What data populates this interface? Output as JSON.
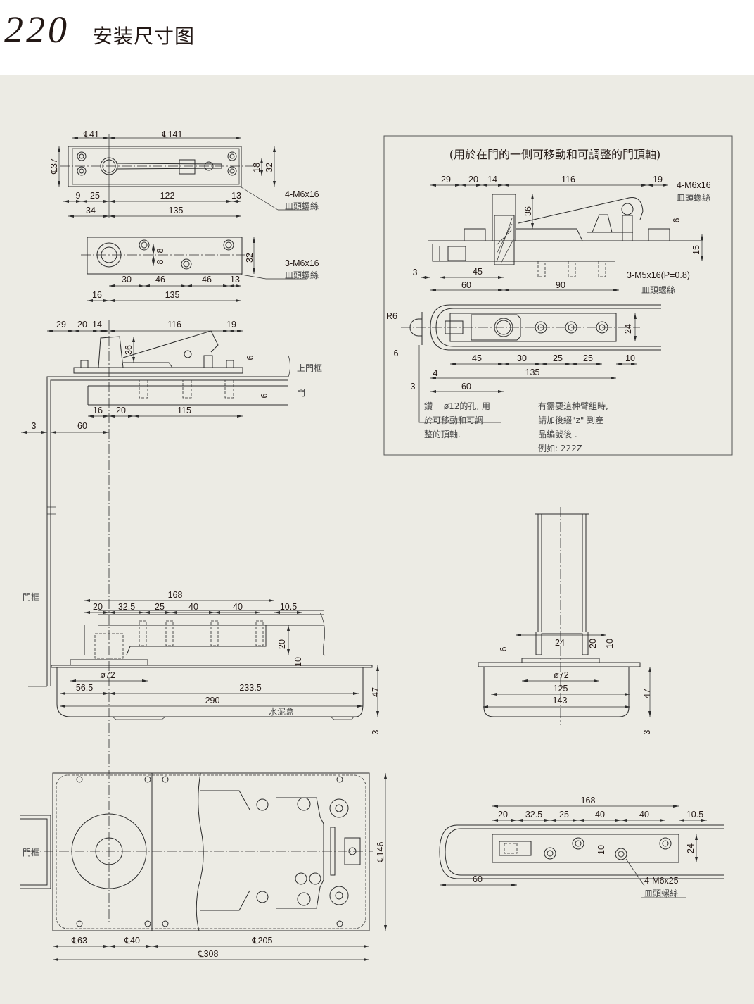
{
  "header": {
    "model": "220",
    "title": "安装尺寸图"
  },
  "colors": {
    "background": "#ecebe4",
    "line": "#2b2b2b",
    "text": "#231815"
  },
  "top_plate": {
    "dims": [
      "℄41",
      "℄141",
      "℄37",
      "18",
      "32",
      "9",
      "25",
      "122",
      "13",
      "34",
      "135"
    ],
    "screw": "4-M6x16",
    "screw_type": "皿頭螺絲"
  },
  "mount_plate": {
    "dims": [
      "8",
      "8",
      "32",
      "30",
      "46",
      "46",
      "13",
      "16",
      "135"
    ],
    "screw": "3-M6x16",
    "screw_type": "皿頭螺絲"
  },
  "side_view": {
    "dims": [
      "29",
      "20",
      "14",
      "116",
      "19",
      "36",
      "6",
      "6",
      "16",
      "20",
      "115",
      "3",
      "60"
    ],
    "upper_frame": "上門框",
    "door": "門",
    "door_frame": "門框"
  },
  "floor_view": {
    "dims": [
      "168",
      "20",
      "32.5",
      "25",
      "40",
      "40",
      "10.5",
      "20",
      "10",
      "ø72",
      "56.5",
      "233.5",
      "290",
      "47",
      "3"
    ],
    "cement_box": "水泥盒"
  },
  "plan_view": {
    "door_frame": "門框",
    "dims": [
      "℄146",
      "℄63",
      "℄40",
      "℄205",
      "℄308"
    ]
  },
  "detail_box": {
    "title": "(用於在門的一側可移動和可調整的門頂軸)",
    "dims_side": [
      "29",
      "20",
      "14",
      "116",
      "19",
      "36",
      "6",
      "15",
      "3",
      "45",
      "60",
      "90"
    ],
    "screw_top": "4-M6x16",
    "screw_top_type": "皿頭螺絲",
    "screw_bottom": "3-M5x16(P=0.8)",
    "screw_bottom_type": "皿頭螺絲",
    "dims_plan": [
      "R6",
      "24",
      "6",
      "45",
      "30",
      "25",
      "25",
      "10",
      "4",
      "135",
      "3",
      "60"
    ],
    "note_drill": [
      "鑽一 ø12的孔, 用",
      "於可移動和可調",
      "整的頂軸."
    ],
    "note_suffix": [
      "有需要這种臂組時,",
      "請加後綴\"z\" 到產",
      "品編號後 .",
      "例如: 222Z"
    ]
  },
  "end_view": {
    "dims": [
      "6",
      "24",
      "20",
      "10",
      "ø72",
      "125",
      "143",
      "47",
      "3"
    ]
  },
  "arm_plan": {
    "dims": [
      "168",
      "20",
      "32.5",
      "25",
      "40",
      "40",
      "10.5",
      "10",
      "24",
      "60"
    ],
    "screw": "4-M6x25",
    "screw_type": "皿頭螺絲"
  }
}
